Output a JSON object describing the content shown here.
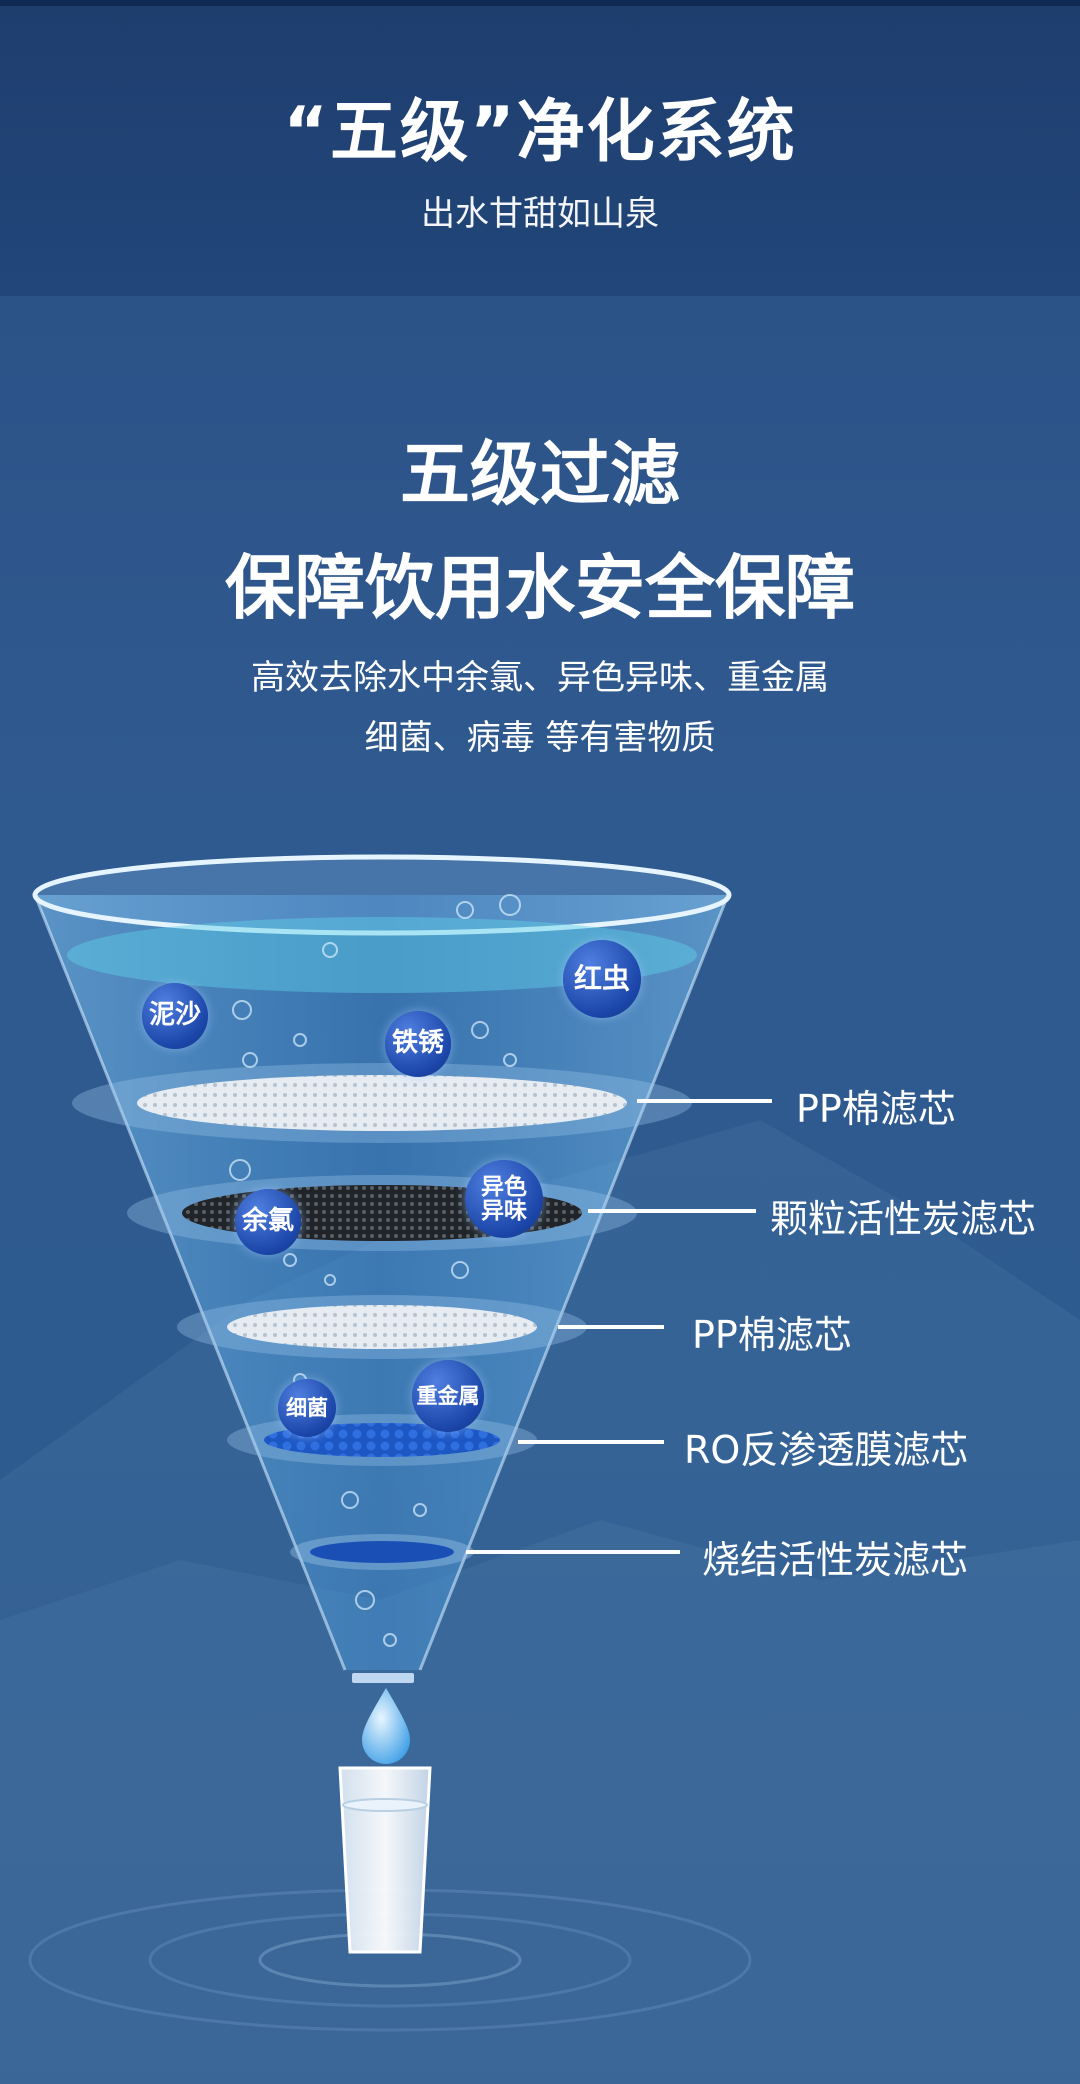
{
  "header": {
    "title": "“五级”净化系统",
    "subtitle": "出水甘甜如山泉"
  },
  "headline": {
    "line1": "五级过滤",
    "line2": "保障饮用水安全保障"
  },
  "description": {
    "line1": "高效去除水中余氯、异色异味、重金属",
    "line2": "细菌、病毒 等有害物质"
  },
  "filters": [
    {
      "label": "PP棉滤芯"
    },
    {
      "label": "颗粒活性炭滤芯"
    },
    {
      "label": "PP棉滤芯"
    },
    {
      "label": "RO反渗透膜滤芯"
    },
    {
      "label": "烧结活性炭滤芯"
    }
  ],
  "contaminants": [
    {
      "label": "泥沙"
    },
    {
      "label": "红虫"
    },
    {
      "label": "铁锈"
    },
    {
      "label": "余氯"
    },
    {
      "label": "异色异味"
    },
    {
      "label": "细菌"
    },
    {
      "label": "重金属"
    }
  ],
  "colors": {
    "background": "#2e5b8f",
    "header": "#1f4070",
    "accent_blue": "#1b45a8"
  }
}
